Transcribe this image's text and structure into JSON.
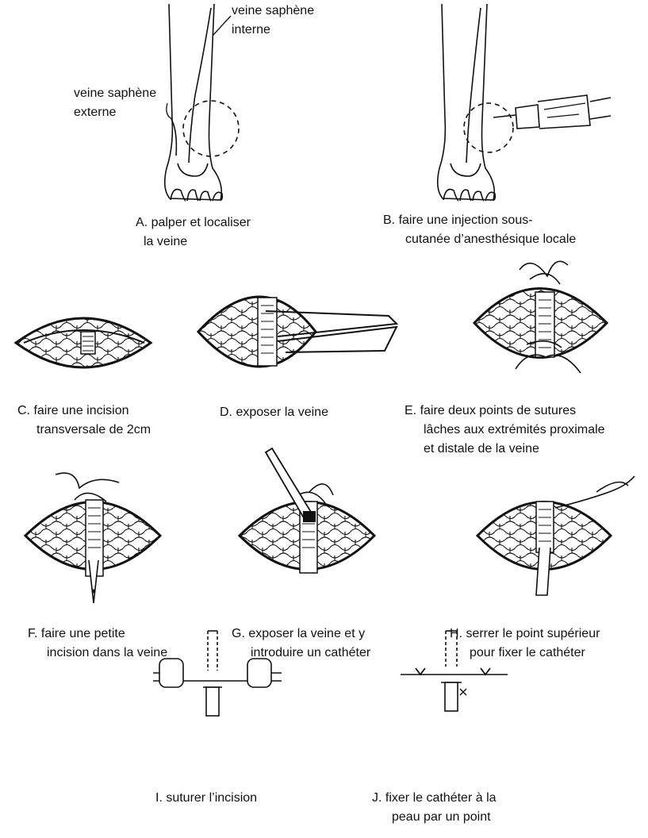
{
  "labels": {
    "saphene_interne": [
      "veine saphène",
      "interne"
    ],
    "saphene_externe": [
      "veine saphène",
      "externe"
    ]
  },
  "steps": {
    "A": [
      "A. palper et localiser",
      "la veine"
    ],
    "B": [
      "B. faire une injection sous-",
      "cutanée d’anesthésique locale"
    ],
    "C": [
      "C. faire une incision",
      "transversale de 2cm"
    ],
    "D": [
      "D. exposer la veine"
    ],
    "E": [
      "E. faire deux points de sutures",
      "lâches aux extrémités proximale",
      "et distale de la veine"
    ],
    "F": [
      "F. faire une petite",
      "incision dans la veine"
    ],
    "G": [
      "G. exposer la veine et y",
      "introduire un cathéter"
    ],
    "H": [
      "H. serrer le point supérieur",
      "pour fixer le cathéter"
    ],
    "I": [
      "I. suturer l’incision"
    ],
    "J": [
      "J. fixer le cathéter à la",
      "peau par un point"
    ]
  }
}
